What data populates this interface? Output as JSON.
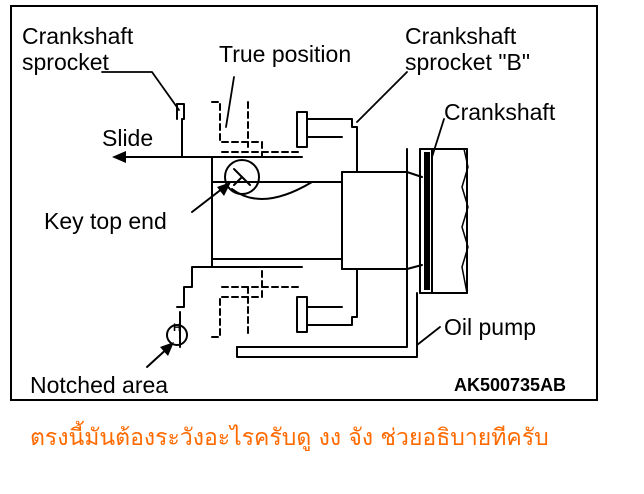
{
  "labels": {
    "crankshaft_sprocket": "Crankshaft\nsprocket",
    "true_position": "True position",
    "crankshaft_sprocket_b": "Crankshaft\nsprocket \"B\"",
    "crankshaft": "Crankshaft",
    "slide": "Slide",
    "key_top_end": "Key top end",
    "oil_pump": "Oil pump",
    "notched_area": "Notched area",
    "figure_code": "AK500735AB"
  },
  "notch_symbol": "H",
  "caption": "ตรงนี้มันต้องระวังอะไรครับดู งง จัง ช่วยอธิบายทีครับ",
  "colors": {
    "caption": "#ff6a00",
    "line": "#000000"
  }
}
